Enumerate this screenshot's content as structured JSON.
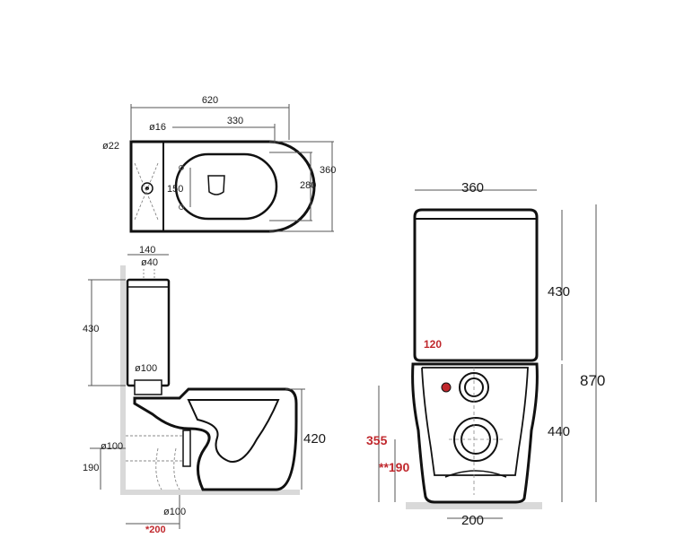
{
  "top_view": {
    "overall_length": "620",
    "bowl_length": "330",
    "width": "360",
    "inner_width": "280",
    "hole_diameter_small": "ø16",
    "hole_diameter_cistern": "ø22",
    "hole_spacing": "150"
  },
  "side_view": {
    "cistern_depth": "140",
    "inlet_diameter": "ø40",
    "cistern_height": "430",
    "flush_pipe_diameter": "ø100",
    "waste_diameter": "ø100",
    "waste_height": "190",
    "bowl_height": "420",
    "floor_waste_diameter": "ø100",
    "floor_waste_offset": "*200"
  },
  "front_view": {
    "cistern_width": "360",
    "cistern_height": "430",
    "total_height": "870",
    "bowl_height": "440",
    "inlet_offset": "120",
    "waste_height_a": "355",
    "waste_height_b": "**190",
    "base_width": "200"
  },
  "colors": {
    "outline": "#111111",
    "dimension_line": "#555555",
    "highlight": "#c0282d",
    "wall": "#d9d9d9"
  }
}
